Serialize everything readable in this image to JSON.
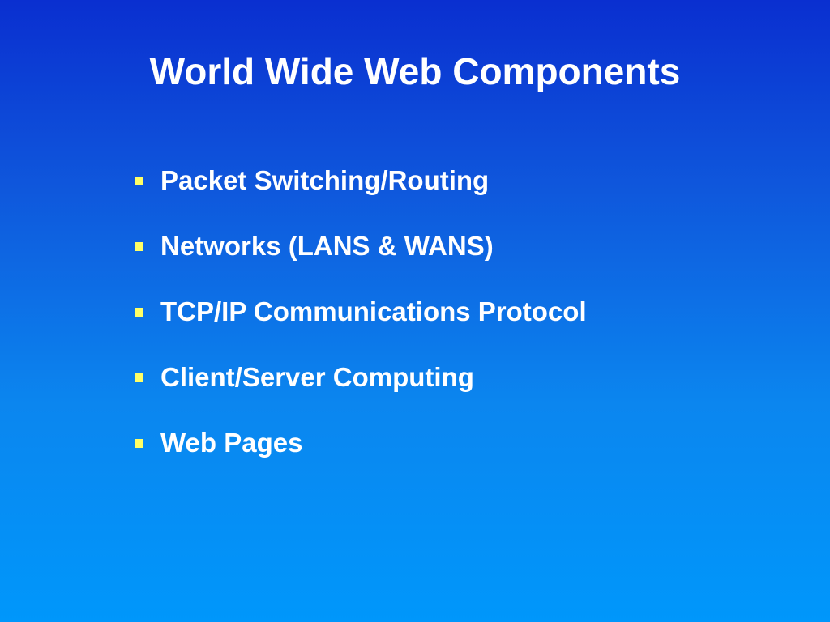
{
  "slide": {
    "title": "World Wide Web Components",
    "bullets": [
      "Packet Switching/Routing",
      "Networks (LANS & WANS)",
      "TCP/IP Communications Protocol",
      "Client/Server Computing",
      "Web Pages"
    ]
  },
  "colors": {
    "background_top": "#0a2fd0",
    "background_bottom": "#0097fb",
    "text": "#ffffff",
    "bullet": "#ffff66"
  }
}
